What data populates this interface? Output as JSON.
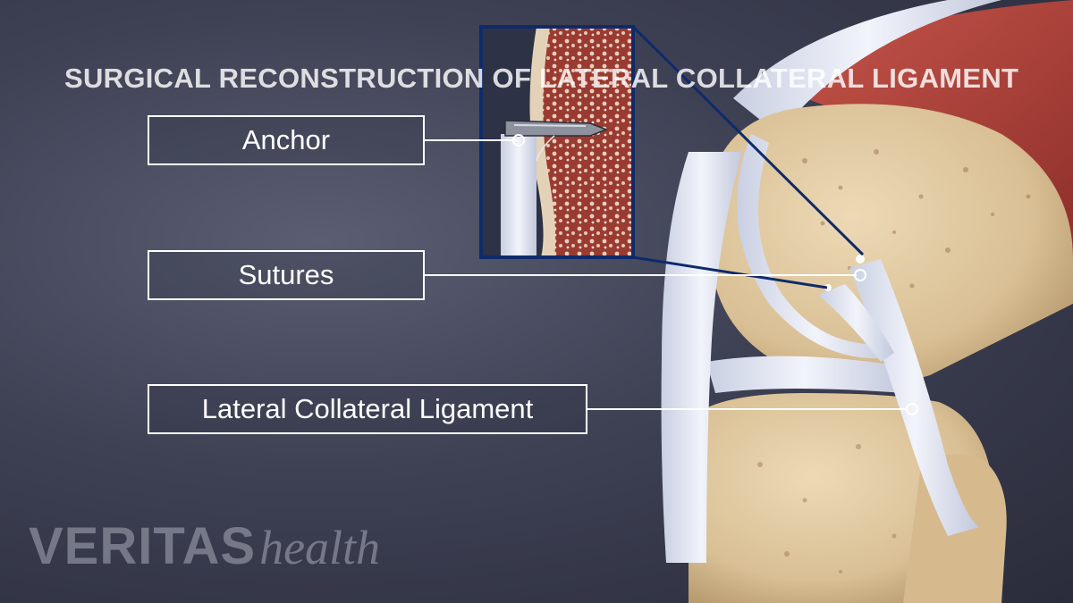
{
  "title": "SURGICAL RECONSTRUCTION OF LATERAL COLLATERAL LIGAMENT",
  "labels": {
    "anchor": "Anchor",
    "sutures": "Sutures",
    "lateral_collateral_ligament": "Lateral Collateral Ligament"
  },
  "logo": {
    "brand": "VERITAS",
    "sub": "health"
  },
  "colors": {
    "background": "#3e4154",
    "bone": "#e0c9a2",
    "ligament": "#dfe3f0",
    "muscle": "#b0413a",
    "marrow": "#9c3e33",
    "inset_border": "#0e2a6b",
    "label_line": "#ffffff"
  }
}
